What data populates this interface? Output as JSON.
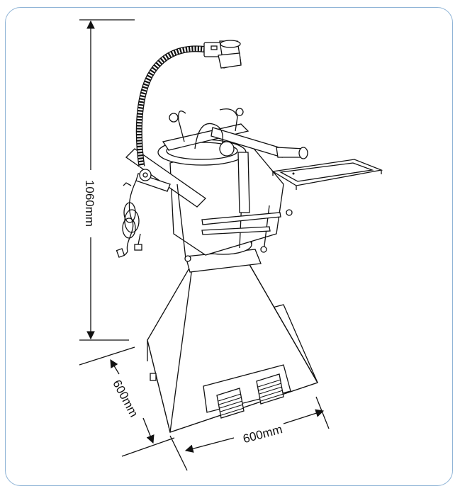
{
  "dimensions": {
    "height_label": "1060mm",
    "depth_label": "600mm",
    "width_label": "600mm"
  },
  "colors": {
    "frame_border": "#8fb4d6",
    "line": "#111111"
  }
}
